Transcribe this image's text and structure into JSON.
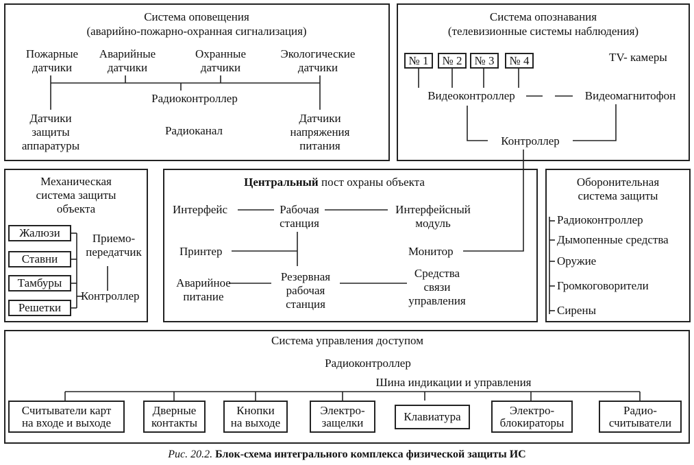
{
  "notification": {
    "title": "Система оповещения",
    "subtitle": "(аварийно-пожарно-охранная сигнализация)",
    "fire": [
      "Пожарные",
      "датчики"
    ],
    "emergency": [
      "Аварийные",
      "датчики"
    ],
    "security": [
      "Охранные",
      "датчики"
    ],
    "eco": [
      "Экологические",
      "датчики"
    ],
    "radiocontroller": "Радиоконтроллер",
    "equipment": [
      "Датчики",
      "защиты",
      "аппаратуры"
    ],
    "radiochannel": "Радиоканал",
    "voltage": [
      "Датчики",
      "напряжения",
      "питания"
    ]
  },
  "identification": {
    "title": "Система опознавания",
    "subtitle": "(телевизионные системы наблюдения)",
    "cams": [
      "№ 1",
      "№ 2",
      "№ 3",
      "№ 4"
    ],
    "tv": "TV- камеры",
    "videocontroller": "Видеоконтроллер",
    "vcr": "Видеомагнитофон",
    "controller": "Контроллер"
  },
  "mechanical": {
    "title": [
      "Механическая",
      "система защиты",
      "объекта"
    ],
    "items": [
      "Жалюзи",
      "Ставни",
      "Тамбуры",
      "Решетки"
    ],
    "transceiver": [
      "Приемо-",
      "передатчик"
    ],
    "controller": "Контроллер"
  },
  "central": {
    "title_bold": "Центральный",
    "title_rest": " пост охраны объекта",
    "interface": "Интерфейс",
    "workstation": [
      "Рабочая",
      "станция"
    ],
    "iface_module": [
      "Интерфейсный",
      "модуль"
    ],
    "printer": "Принтер",
    "monitor": "Монитор",
    "power": [
      "Аварийное",
      "питание"
    ],
    "backup": [
      "Резервная",
      "рабочая",
      "станция"
    ],
    "comms": [
      "Средства",
      "связи",
      "управления"
    ]
  },
  "defense": {
    "title": [
      "Оборонительная",
      "система защиты"
    ],
    "items": [
      "Радиоконтроллер",
      "Дымопенные средства",
      "Оружие",
      "Громкоговорители",
      "Сирены"
    ]
  },
  "access": {
    "title": "Система управления доступом",
    "radiocontroller": "Радиоконтроллер",
    "bus": "Шина индикации и управления",
    "readers": [
      "Считыватели карт",
      "на входе и выходе"
    ],
    "door": [
      "Дверные",
      "контакты"
    ],
    "buttons": [
      "Кнопки",
      "на выходе"
    ],
    "latches": [
      "Электро-",
      "защелки"
    ],
    "keyboard": "Клавиатура",
    "blockers": [
      "Электро-",
      "блокираторы"
    ],
    "radioreaders": [
      "Радио-",
      "считыватели"
    ]
  },
  "caption": {
    "fig": "Рис. 20.2.",
    "text": " Блок-схема интегрального комплекса физической защиты ИС"
  }
}
